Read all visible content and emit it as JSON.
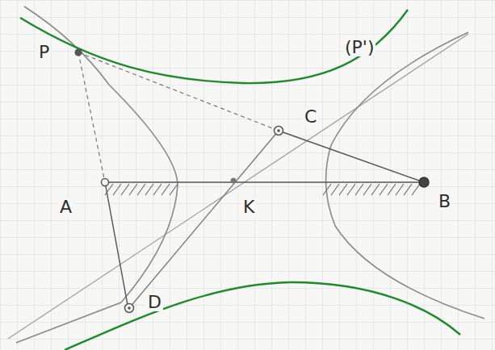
{
  "diagram": {
    "labels": [
      "P",
      "(P')",
      "C",
      "A",
      "K",
      "B",
      "D"
    ]
  }
}
